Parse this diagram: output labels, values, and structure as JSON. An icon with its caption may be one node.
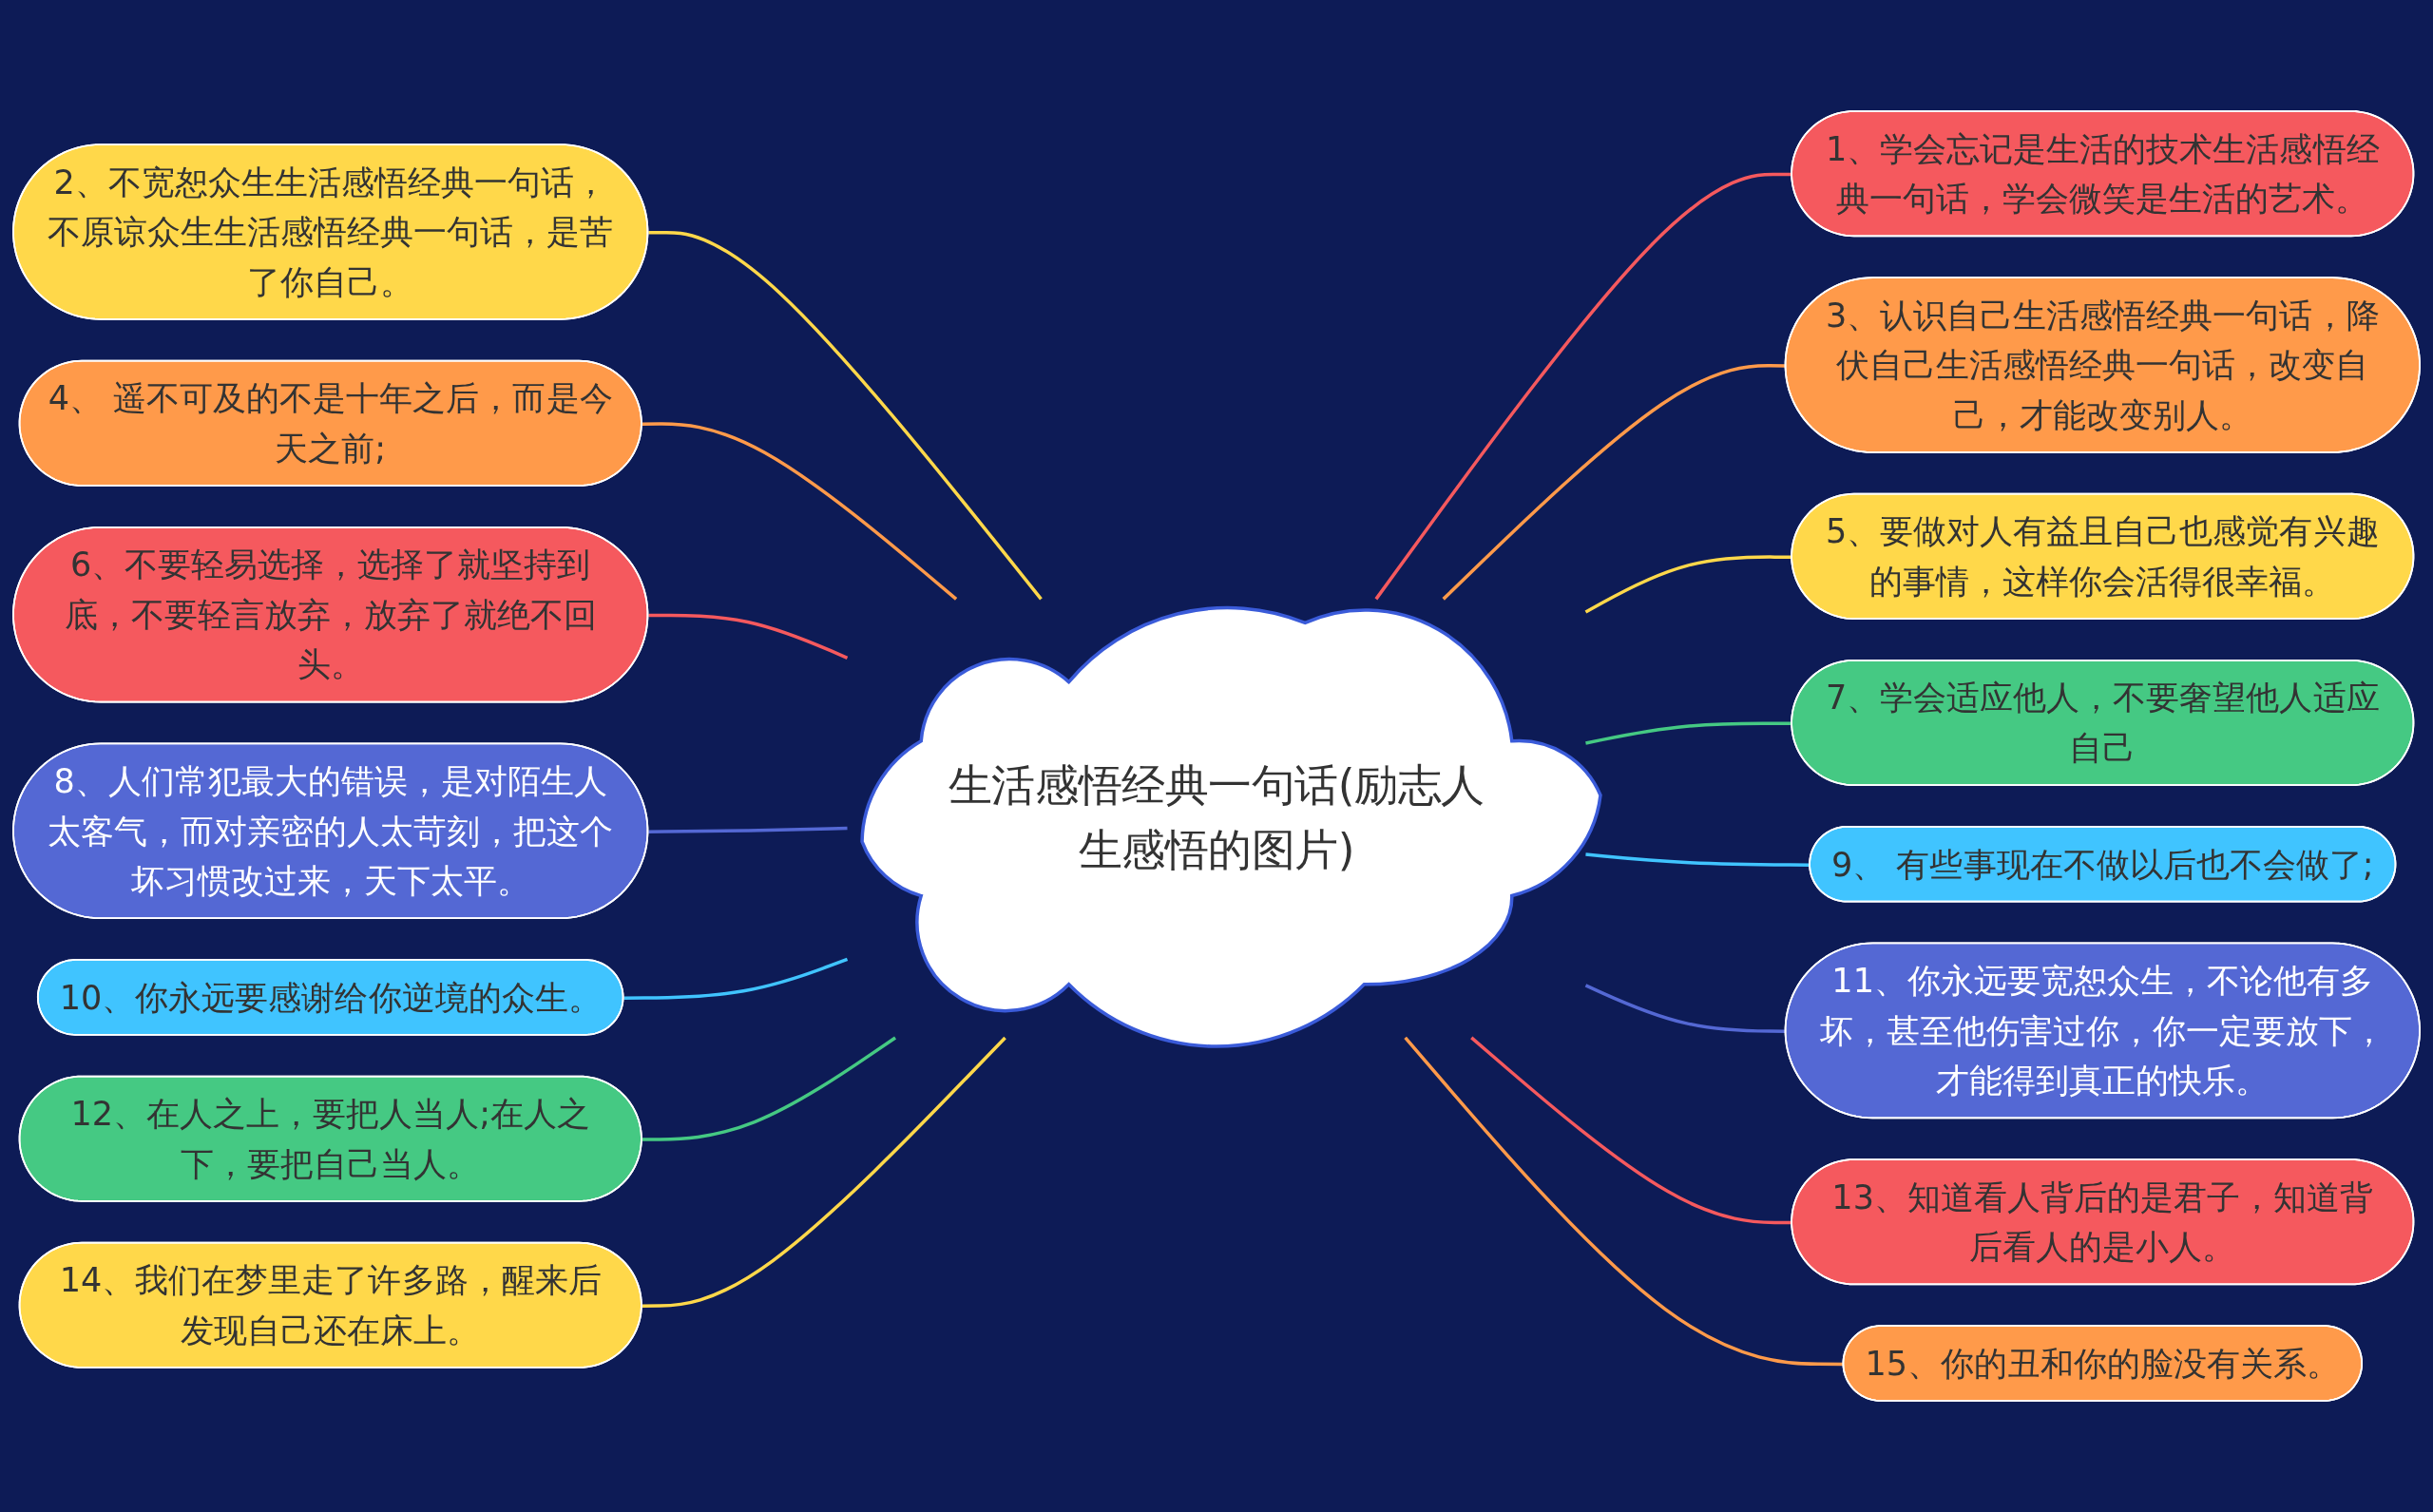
{
  "diagram": {
    "nodes": [
      {
        "text": [
          "生活感悟经典一句话(励志人生感悟的图片)"
        ]
      },
      {
        "text": [
          "1、学会忘记是生活的技术生活感悟经典一句话，学会微笑是生活的艺术。"
        ]
      },
      {
        "text": [
          "2、不宽恕众生生活感悟经典一句话，不原谅众生生活感悟经典一句话，是苦了你自己。"
        ]
      },
      {
        "text": [
          "3、认识自己生活感悟经典一句话，降伏自己生活感悟经典一句话，改变自己，才能改变别人。"
        ]
      },
      {
        "text": [
          "4、 遥不可及的不是十年之后，而是今天之前;"
        ]
      },
      {
        "text": [
          "5、要做对人有益且自己也感觉有兴趣的事情，这样你会活得很幸福。"
        ]
      },
      {
        "text": [
          "6、不要轻易选择，选择了就坚持到底，不要轻言放弃，放弃了就绝不回头。"
        ]
      },
      {
        "text": [
          "7、学会适应他人，不要奢望他人适应自己"
        ]
      },
      {
        "text": [
          "8、人们常犯最大的错误，是对陌生人太客气，而对亲密的人太苛刻，把这个坏习惯改过来，天下太平。"
        ]
      },
      {
        "text": [
          "9、 有些事现在不做以后也不会做了;"
        ]
      },
      {
        "text": [
          "10、你永远要感谢给你逆境的众生。"
        ]
      },
      {
        "text": [
          "11、你永远要宽恕众生，不论他有多坏，甚至他伤害过你，你一定要放下，才能得到真正的快乐。"
        ]
      },
      {
        "text": [
          "12、在人之上，要把人当人;在人之下，要把自己当人。"
        ]
      },
      {
        "text": [
          "13、知道看人背后的是君子，知道背后看人的是小人。"
        ]
      },
      {
        "text": [
          "14、我们在梦里走了许多路，醒来后发现自己还在床上。"
        ]
      },
      {
        "text": [
          "15、你的丑和你的脸没有关系。"
        ]
      }
    ],
    "edges": [
      {
        "from": 0,
        "to": 1,
        "arrow": "none",
        "color": "#f5595e"
      },
      {
        "from": 2,
        "to": 0,
        "arrow": "none",
        "color": "#ffd84a"
      },
      {
        "from": 0,
        "to": 3,
        "arrow": "none",
        "color": "#ff9a4a"
      },
      {
        "from": 4,
        "to": 0,
        "arrow": "none",
        "color": "#ff9a4a"
      },
      {
        "from": 0,
        "to": 5,
        "arrow": "none",
        "color": "#ffd84a"
      },
      {
        "from": 6,
        "to": 0,
        "arrow": "none",
        "color": "#f5595e"
      },
      {
        "from": 0,
        "to": 7,
        "arrow": "none",
        "color": "#45c983"
      },
      {
        "from": 8,
        "to": 0,
        "arrow": "none",
        "color": "#5468d4"
      },
      {
        "from": 0,
        "to": 9,
        "arrow": "none",
        "color": "#40c4ff"
      },
      {
        "from": 10,
        "to": 0,
        "arrow": "none",
        "color": "#40c4ff"
      },
      {
        "from": 0,
        "to": 11,
        "arrow": "none",
        "color": "#5468d4"
      },
      {
        "from": 12,
        "to": 0,
        "arrow": "none",
        "color": "#45c983"
      },
      {
        "from": 0,
        "to": 13,
        "arrow": "none",
        "color": "#f5595e"
      },
      {
        "from": 14,
        "to": 0,
        "arrow": "none",
        "color": "#ffd84a"
      },
      {
        "from": 0,
        "to": 15,
        "arrow": "none",
        "color": "#ff9a4a"
      }
    ]
  }
}
